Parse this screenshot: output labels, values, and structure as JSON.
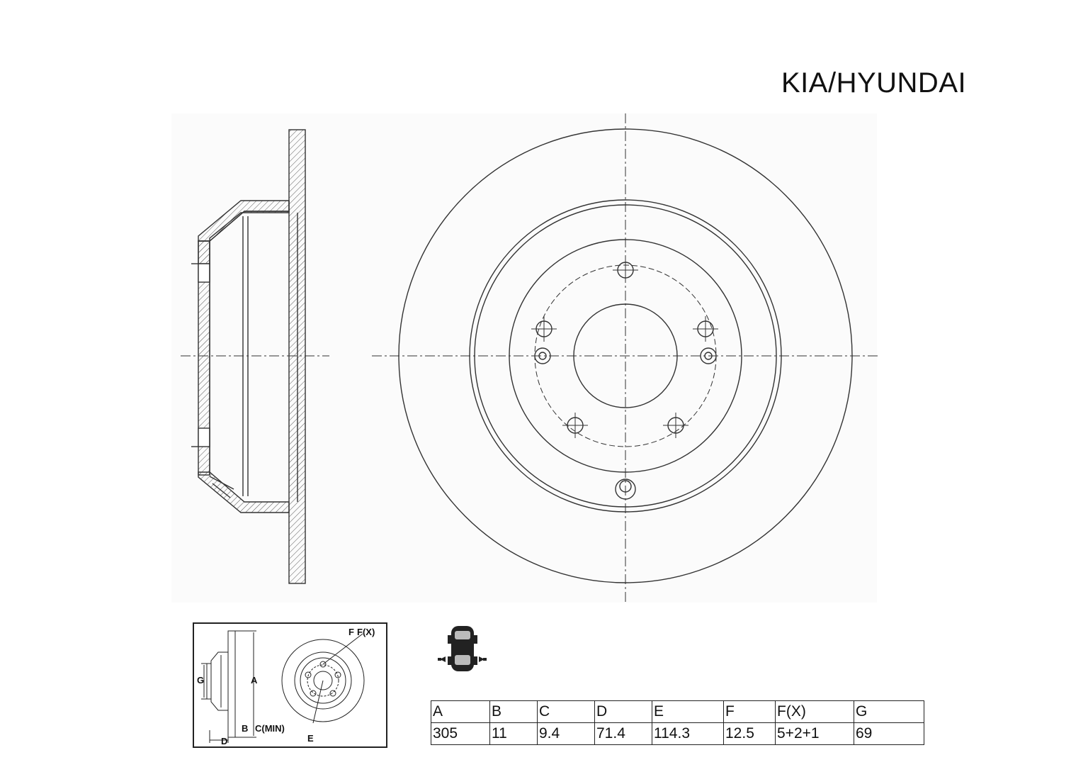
{
  "brand": "KIA/HYUNDAI",
  "icons": {
    "car": "car-rear-axle-icon"
  },
  "legend": {
    "labels": {
      "f": "F",
      "fx": "F(X)",
      "a": "A",
      "g": "G",
      "b": "B",
      "c": "C(MIN)",
      "d": "D",
      "e": "E"
    }
  },
  "table": {
    "headers": [
      "A",
      "B",
      "C",
      "D",
      "E",
      "F",
      "F(X)",
      "G"
    ],
    "values": [
      "305",
      "11",
      "9.4",
      "71.4",
      "114.3",
      "12.5",
      "5+2+1",
      "69"
    ]
  }
}
